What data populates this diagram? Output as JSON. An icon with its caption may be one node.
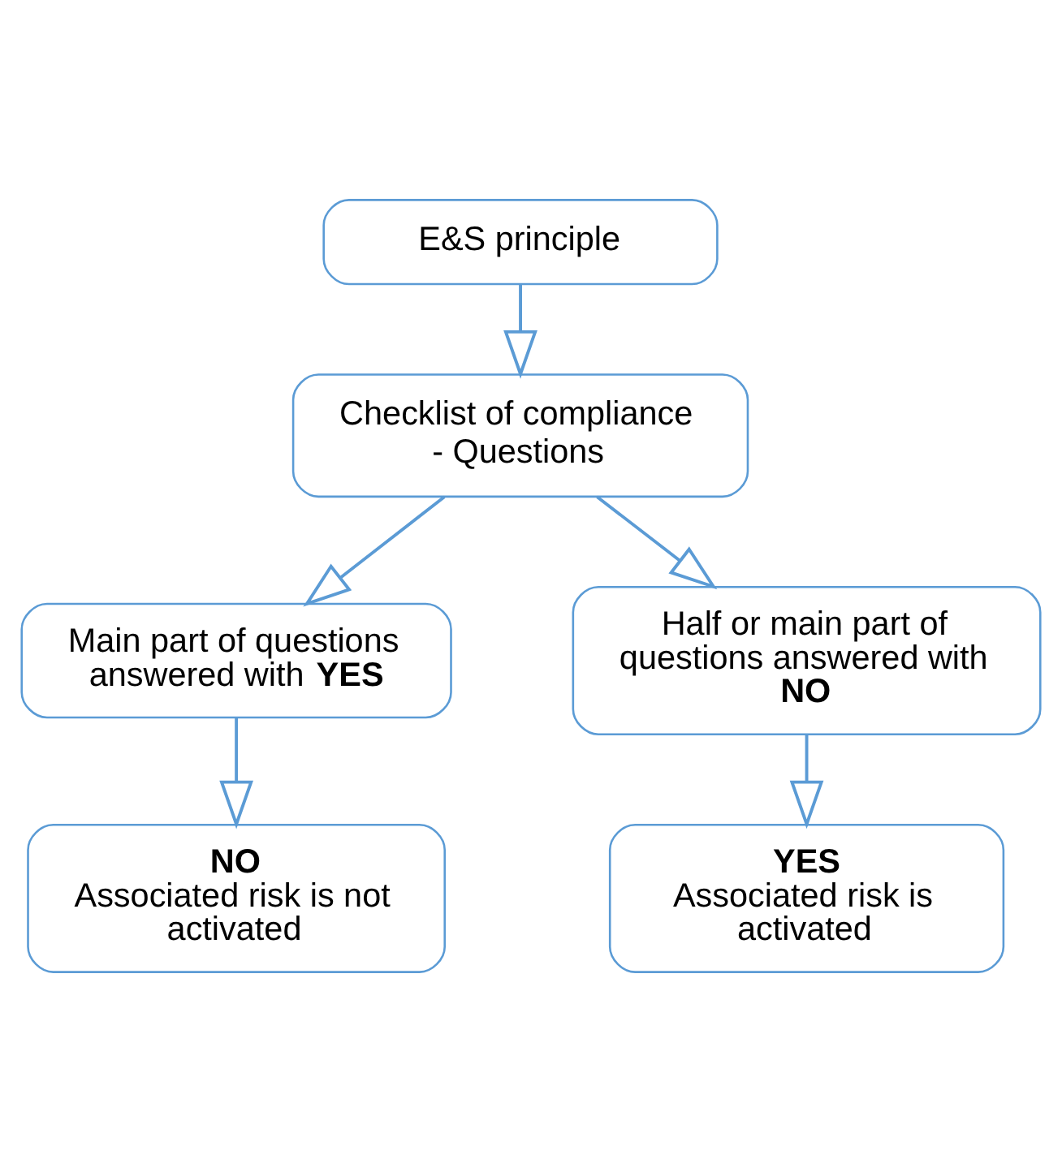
{
  "diagram": {
    "nodes": [
      {
        "text": [
          "E&S principle"
        ]
      },
      {
        "text": [
          "Checklist of compliance - Questions"
        ]
      },
      {
        "text": [
          "Main part of questions answered with **YES**"
        ]
      },
      {
        "text": [
          "Half or main part of questions answered with **NO**"
        ]
      },
      {
        "text": [
          "NO",
          "Associated risk is not activated"
        ]
      },
      {
        "text": [
          "YES",
          "Associated risk is activated"
        ]
      }
    ],
    "edges": [
      {
        "from": 0,
        "to": 1,
        "arrow": "to"
      },
      {
        "from": 1,
        "to": 2,
        "arrow": "to"
      },
      {
        "from": 1,
        "to": 3,
        "arrow": "to"
      },
      {
        "from": 2,
        "to": 4,
        "arrow": "to"
      },
      {
        "from": 3,
        "to": 5,
        "arrow": "to"
      }
    ]
  }
}
